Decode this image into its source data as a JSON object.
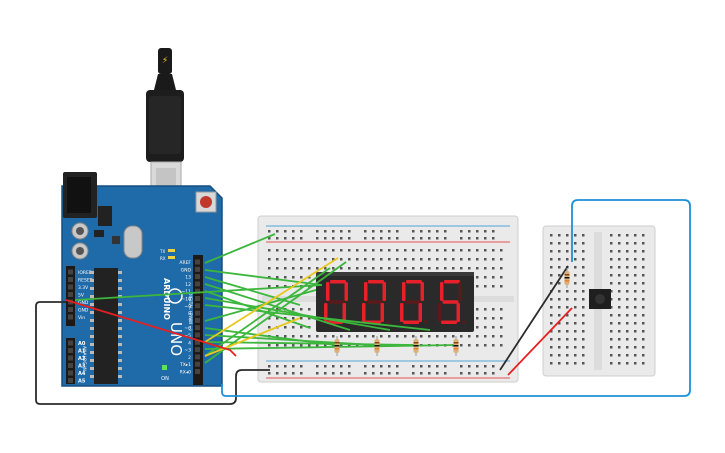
{
  "board": {
    "name": "UNO",
    "brand": "ARDUINO",
    "digital_label": "DIGITAL (PWM ~)",
    "analog_label": "ANALOG IN",
    "on_label": "ON",
    "tx_label": "TX",
    "rx_label": "RX",
    "power_pins": [
      "IOREF",
      "RESET",
      "3.3V",
      "5V",
      "GND",
      "GND",
      "Vin"
    ],
    "analog_pins": [
      "A0",
      "A1",
      "A2",
      "A3",
      "A4",
      "A5"
    ],
    "digital_pins": [
      "AREF",
      "GND",
      "13",
      "12",
      "~11",
      "~10",
      "~9",
      "8",
      "7",
      "~6",
      "~5",
      "4",
      "~3",
      "2",
      "TX▸1",
      "RX◂0"
    ]
  },
  "display": {
    "digits": [
      "0",
      "0",
      "0",
      "5"
    ],
    "segment_on": "#e8202a",
    "segment_off": "#5a1a1c",
    "body": "#2a2a2a"
  },
  "wires": {
    "green": "#3cb63c",
    "red": "#e62020",
    "black": "#2b2b2b",
    "blue": "#1e8fd6",
    "yellow": "#e8c81e"
  },
  "colors": {
    "board_blue": "#1f6aa8",
    "breadboard": "#eaeaea"
  }
}
